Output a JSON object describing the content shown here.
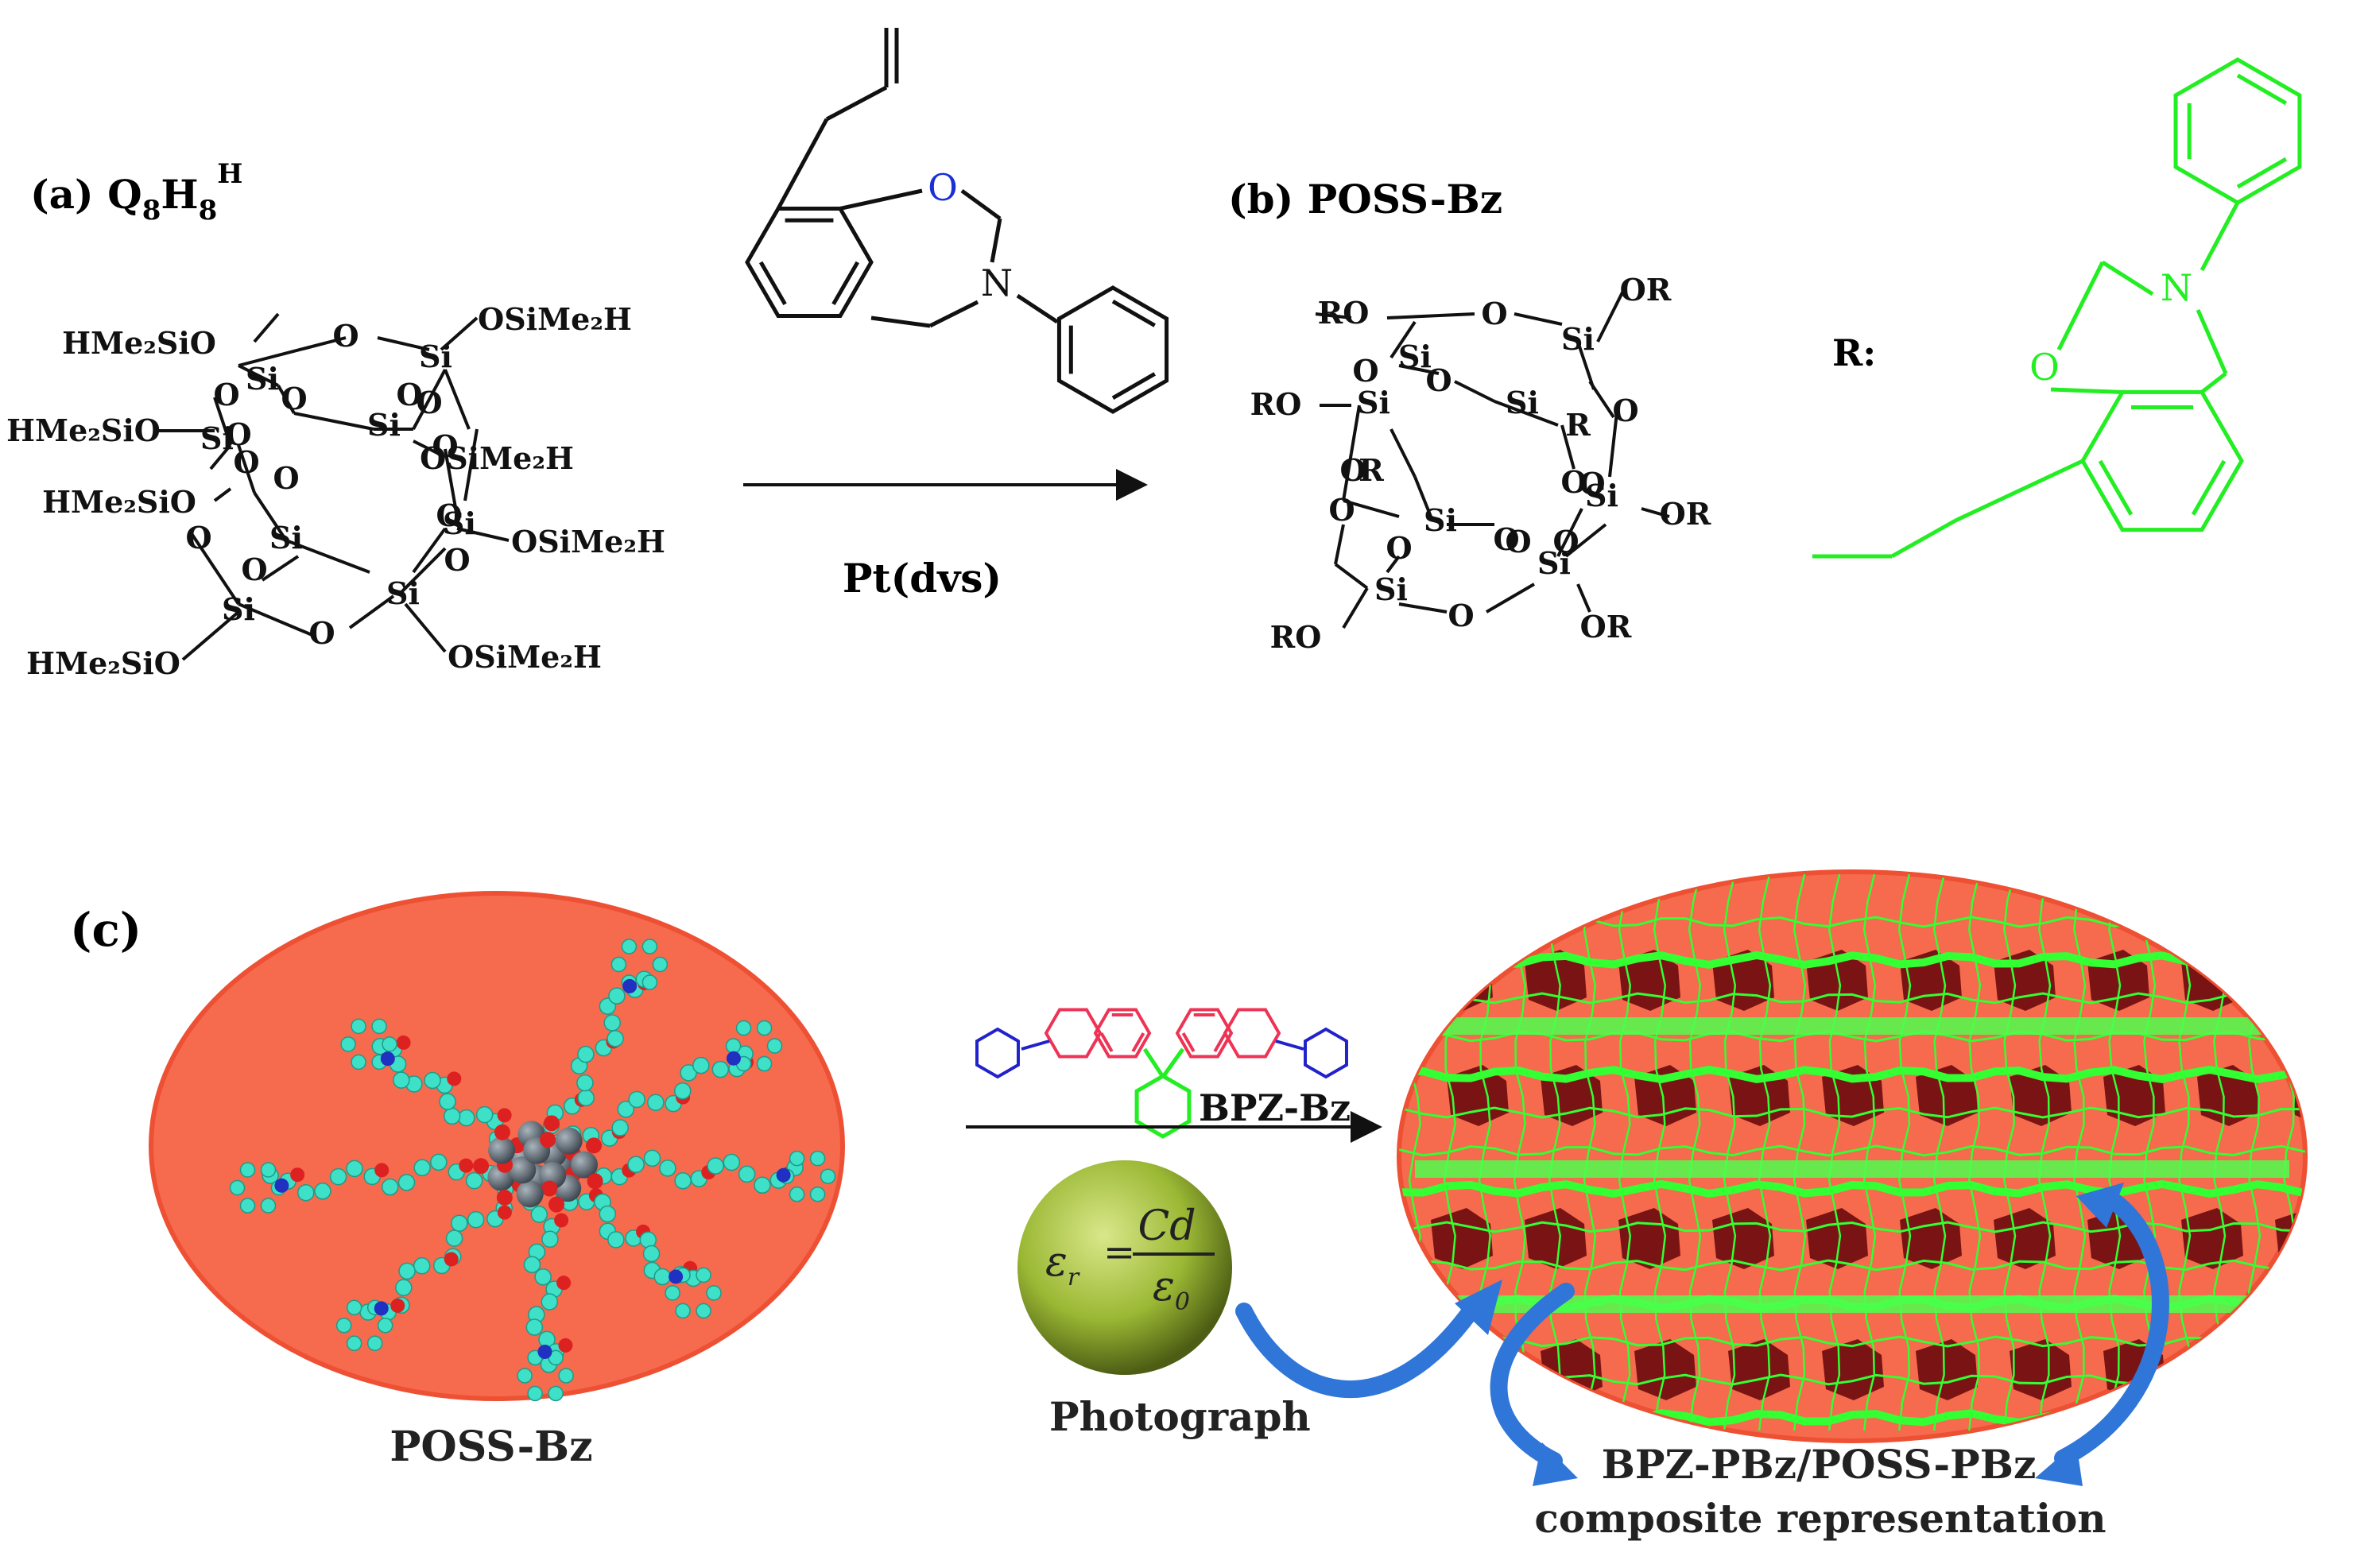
{
  "panel_a": {
    "label": "(a) Q",
    "sub8a": "8",
    "H": "H",
    "sub8b": "8",
    "supH": "H",
    "atoms": {
      "si": "Si",
      "o": "O",
      "hme2sio": "HMe₂SiO",
      "osime2h": "OSiMe₂H"
    }
  },
  "reaction": {
    "catalyst": "Pt(dvs)",
    "reactant_O": "O",
    "reactant_N": "N"
  },
  "panel_b": {
    "label": "(b) POSS-Bz",
    "atoms": {
      "si": "Si",
      "o": "O",
      "ro": "RO",
      "or": "OR",
      "r": "R"
    },
    "r_label": "R:",
    "r_O": "O",
    "r_N": "N"
  },
  "panel_c": {
    "label": "(c)",
    "left_caption": "POSS-Bz",
    "monomer_label": "BPZ-Bz",
    "photo_caption": "Photograph",
    "formula": {
      "eps": "ε",
      "sub_r": "r",
      "eq": "=",
      "num": "Cd",
      "den": "ε",
      "sub_0": "0"
    },
    "right_caption_line1": "BPZ-PBz/POSS-PBz",
    "right_caption_line2": "composite representation"
  },
  "colors": {
    "ink": "#111111",
    "oxygen_blue": "#1a2fd6",
    "r_green": "#22ee22",
    "ellipse_fill": "#f66a4e",
    "ellipse_edge": "#ee5033",
    "brick": "#7a1414",
    "lattice_green": "#33ff33",
    "carbon_teal": "#3fe0c8",
    "oxygen_red": "#dd2020",
    "nitrogen_blue": "#2030c0",
    "si_gray": "#5a6570",
    "sphere": "#9bb834",
    "arrow_blue": "#2f76d8",
    "monomer_blue": "#2222cc",
    "monomer_red": "#ee3355"
  }
}
